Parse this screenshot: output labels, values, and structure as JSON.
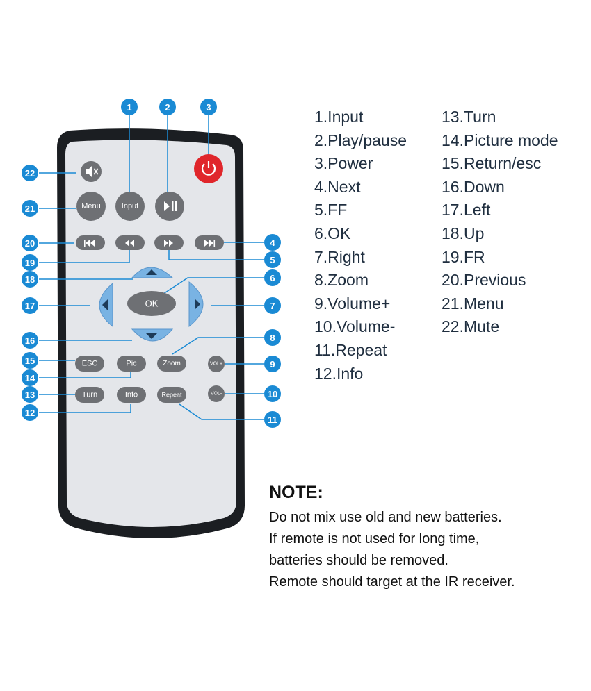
{
  "remote": {
    "buttons": {
      "mute": "",
      "power": "",
      "menu": "Menu",
      "input": "Input",
      "play_pause": "",
      "previous": "",
      "fr": "",
      "ff": "",
      "next": "",
      "up": "",
      "left": "",
      "ok": "OK",
      "right": "",
      "down": "",
      "esc": "ESC",
      "pic": "Pic",
      "zoom": "Zoom",
      "vol_plus": "VOL+",
      "turn": "Turn",
      "info": "Info",
      "repeat": "Repeat",
      "vol_minus": "VOL-"
    },
    "callout_numbers": [
      "1",
      "2",
      "3",
      "4",
      "5",
      "6",
      "7",
      "8",
      "9",
      "10",
      "11",
      "12",
      "13",
      "14",
      "15",
      "16",
      "17",
      "18",
      "19",
      "20",
      "21",
      "22"
    ],
    "colors": {
      "callout": "#1a8ad4",
      "body_outline": "#1b1e22",
      "face": "#e4e6ea",
      "button": "#6e7074",
      "arrow": "#79b3e3",
      "power": "#e0262b"
    }
  },
  "legend": {
    "column1": [
      "1.Input",
      "2.Play/pause",
      "3.Power",
      "4.Next",
      "5.FF",
      "6.OK",
      "7.Right",
      "8.Zoom",
      "9.Volume+",
      "10.Volume-",
      "11.Repeat",
      "12.Info"
    ],
    "column2": [
      "13.Turn",
      "14.Picture mode",
      "15.Return/esc",
      "16.Down",
      "17.Left",
      "18.Up",
      "19.FR",
      "20.Previous",
      "21.Menu",
      "22.Mute"
    ]
  },
  "note": {
    "title": "NOTE:",
    "lines": [
      "Do not mix use old and new batteries.",
      "If remote is not used for long time,",
      "batteries should be removed.",
      "Remote should target at the IR receiver."
    ]
  }
}
